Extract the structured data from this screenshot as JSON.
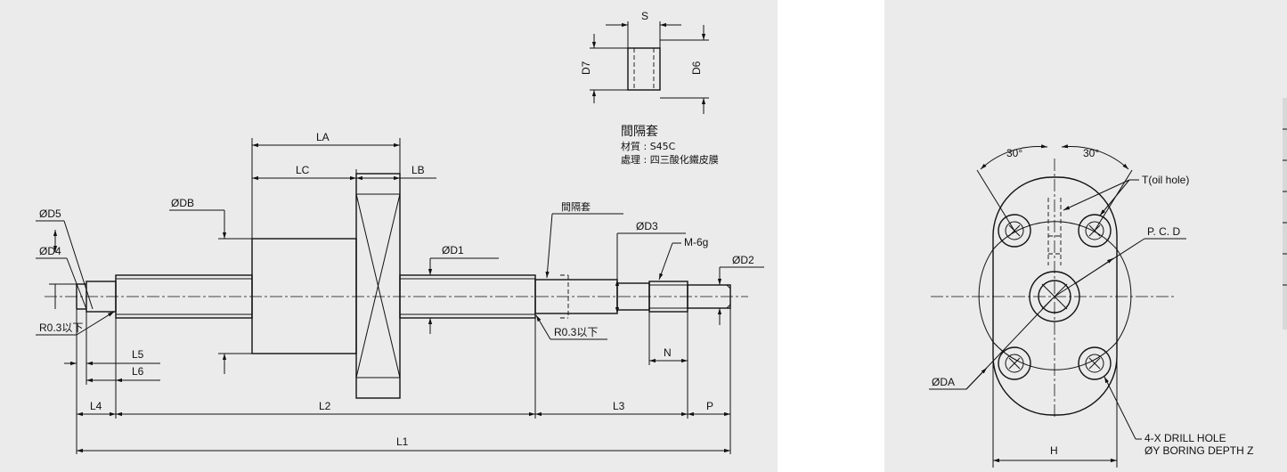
{
  "spacer": {
    "title": "間隔套",
    "material": "材質 : S45C",
    "treatment": "處理 : 四三酸化鐵皮膜",
    "dim_s": "S",
    "dim_d7": "D7",
    "dim_d6": "D6"
  },
  "side_view": {
    "la": "LA",
    "lc": "LC",
    "lb": "LB",
    "db": "ØDB",
    "d5": "ØD5",
    "d4": "ØD4",
    "d1": "ØD1",
    "d3": "ØD3",
    "m6g": "M-6g",
    "d2": "ØD2",
    "spacer_label": "間隔套",
    "r03_left": "R0.3以下",
    "r03_right": "R0.3以下",
    "l5": "L5",
    "l6": "L6",
    "l4": "L4",
    "l2": "L2",
    "l3": "L3",
    "n": "N",
    "p": "P",
    "l1": "L1"
  },
  "front_view": {
    "angle_left": "30°",
    "angle_right": "30°",
    "oil_hole": "T(oil  hole)",
    "pcd": "P. C. D",
    "da": "ØDA",
    "h": "H",
    "drill_line1": "4-X  DRILL HOLE",
    "drill_line2": "ØY  BORING  DEPTH  Z"
  },
  "colors": {
    "panel": "#ebebeb",
    "line": "#111111",
    "background": "#ffffff"
  }
}
